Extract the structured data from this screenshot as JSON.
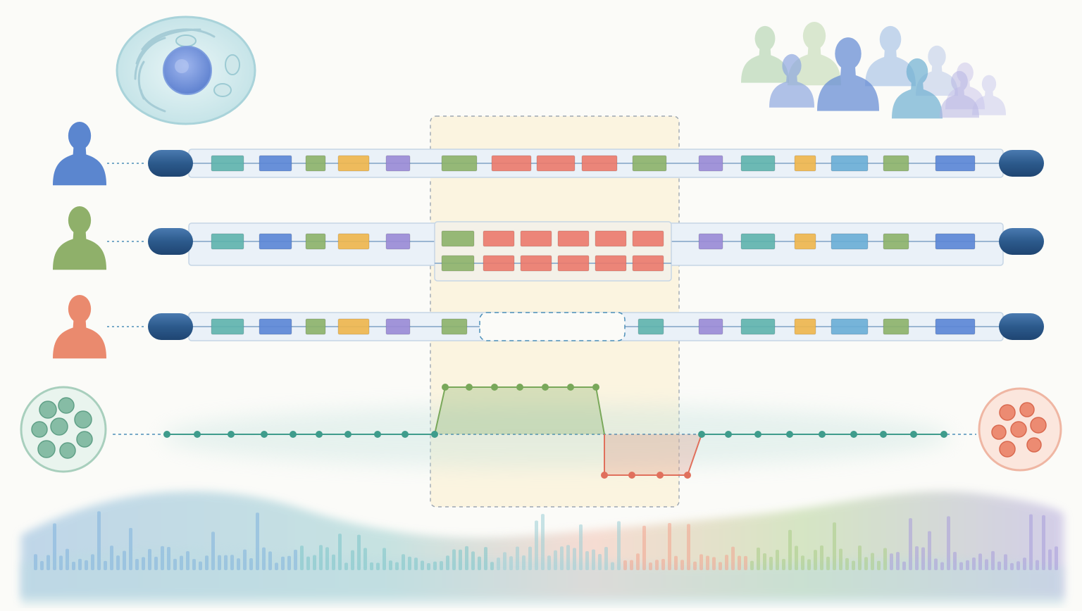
{
  "colors": {
    "background": "#fbfbf8",
    "chromosome_cap": "#2c5a8c",
    "chromosome_body": "#eaf1f8",
    "chromosome_rod": "#9ab6d2",
    "highlight_region": "#fbf3dc",
    "highlight_border": "#8e9aa6",
    "person_blue": "#5b86cf",
    "person_green": "#8fb06a",
    "person_red": "#ea8a6e",
    "copy_normal": "#3f9c8c",
    "copy_gain": "#79a85a",
    "copy_loss": "#e0705c",
    "cell_green": "#7fb8a0",
    "cell_red": "#e8836a"
  },
  "icons": {
    "cell": "cell-organelles-icon",
    "population": "population-crowd-icon",
    "individual": "person-silhouette-icon",
    "normal_cell_cluster": "green-cell-cluster-icon",
    "tumor_cell_cluster": "red-cell-cluster-icon"
  },
  "gene_palette": {
    "teal": "#5fb3ad",
    "blue": "#5b86d6",
    "green": "#8cb26a",
    "yellow": "#efb64c",
    "purple": "#9a8ad6",
    "lightblue": "#6aaed6",
    "red": "#ec7a6c"
  },
  "chromosomes": [
    {
      "id": "reference",
      "person_color": "person_blue",
      "genes": [
        "teal",
        "blue",
        "green",
        "yellow",
        "purple",
        "green",
        "red",
        "red",
        "red",
        "green",
        "purple",
        "teal",
        "yellow",
        "lightblue",
        "green",
        "blue"
      ],
      "variant": "reference"
    },
    {
      "id": "duplication",
      "person_color": "person_green",
      "genes": [
        "teal",
        "blue",
        "green",
        "yellow",
        "purple",
        "green",
        "red",
        "red",
        "red",
        "red",
        "red",
        "purple",
        "teal",
        "yellow",
        "blue",
        "green",
        "blue"
      ],
      "variant": "duplication"
    },
    {
      "id": "deletion",
      "person_color": "person_red",
      "genes": [
        "teal",
        "blue",
        "green",
        "yellow",
        "purple",
        "green",
        "teal",
        "purple",
        "teal",
        "yellow",
        "blue",
        "green",
        "blue"
      ],
      "variant": "deletion"
    }
  ],
  "copy_number_profile": {
    "baseline_points": 9,
    "gain_points": 7,
    "loss_points": 4,
    "tail_points": 9,
    "levels": {
      "gain": 3,
      "normal": 2,
      "loss": 1
    }
  }
}
